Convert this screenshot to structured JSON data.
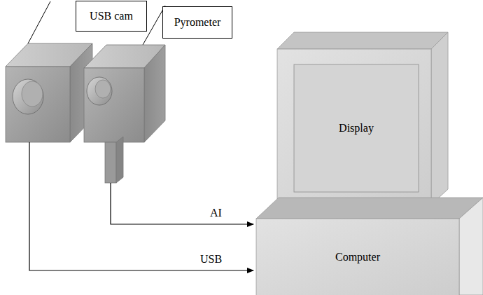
{
  "diagram": {
    "nodes": [
      {
        "text": [
          "USB cam"
        ]
      },
      {
        "text": [
          "Pyrometer"
        ]
      },
      {
        "text": [
          "Display"
        ]
      },
      {
        "text": [
          "Computer"
        ]
      }
    ],
    "labels": [
      "AI",
      "USB"
    ]
  }
}
